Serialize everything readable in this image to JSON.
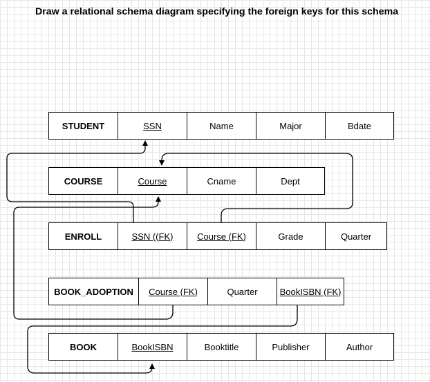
{
  "title": "Draw a relational schema diagram specifying the foreign keys for this schema",
  "tables": {
    "student": {
      "name": "STUDENT",
      "attrs": [
        "SSN",
        "Name",
        "Major",
        "Bdate"
      ]
    },
    "course": {
      "name": "COURSE",
      "attrs": [
        "Course",
        "Cname",
        "Dept"
      ]
    },
    "enroll": {
      "name": "ENROLL",
      "attrs": [
        "SSN ((FK)",
        "Course (FK)",
        "Grade",
        "Quarter"
      ]
    },
    "book_adoption": {
      "name": "BOOK_ADOPTION",
      "attrs": [
        "Course (FK)",
        "Quarter",
        "BookISBN (FK)"
      ]
    },
    "book": {
      "name": "BOOK",
      "attrs": [
        "BookISBN",
        "Booktitle",
        "Publisher",
        "Author"
      ]
    }
  },
  "foreign_keys": [
    {
      "from": "ENROLL.SSN",
      "to": "STUDENT.SSN"
    },
    {
      "from": "ENROLL.Course",
      "to": "COURSE.Course"
    },
    {
      "from": "BOOK_ADOPTION.Course",
      "to": "COURSE.Course"
    },
    {
      "from": "BOOK_ADOPTION.BookISBN",
      "to": "BOOK.BookISBN"
    }
  ]
}
